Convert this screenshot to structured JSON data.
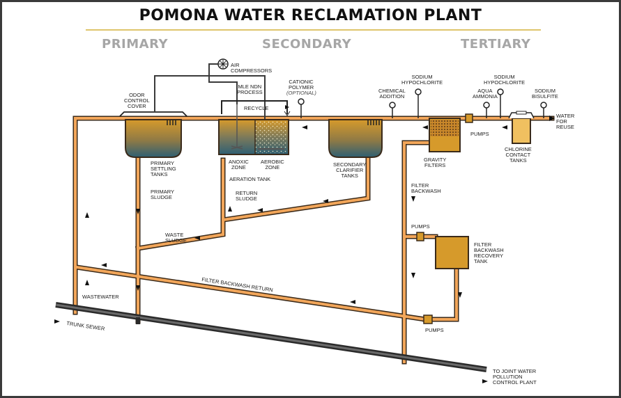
{
  "title": "POMONA WATER RECLAMATION PLANT",
  "stages": {
    "primary": "PRIMARY",
    "secondary": "SECONDARY",
    "tertiary": "TERTIARY"
  },
  "labels": {
    "air_compressors": "AIR\nCOMPRESSORS",
    "odor_control_cover": "ODOR\nCONTROL\nCOVER",
    "mle_ndn_process": "MLE NDN\nPROCESS",
    "recycle": "RECYCLE",
    "cationic_polymer": "CATIONIC\nPOLYMER",
    "optional": "(OPTIONAL)",
    "chemical_addition": "CHEMICAL\nADDITION",
    "sodium_hypochlorite_1": "SODIUM\nHYPOCHLORITE",
    "aqua_ammonia": "AQUA\nAMMONIA",
    "sodium_hypochlorite_2": "SODIUM\nHYPOCHLORITE",
    "sodium_bisulfite": "SODIUM\nBISULFITE",
    "water_for_reuse": "WATER\nFOR\nREUSE",
    "primary_settling_tanks": "PRIMARY\nSETTLING\nTANKS",
    "anoxic_zone": "ANOXIC\nZONE",
    "aerobic_zone": "AEROBIC\nZONE",
    "aeration_tank": "AERATION TANK",
    "secondary_clarifier_tanks": "SECONDARY\nCLARIFIER\nTANKS",
    "gravity_filters": "GRAVITY\nFILTERS",
    "pumps_top": "PUMPS",
    "chlorine_contact_tanks": "CHLORINE\nCONTACT\nTANKS",
    "primary_sludge": "PRIMARY\nSLUDGE",
    "return_sludge": "RETURN\nSLUDGE",
    "filter_backwash": "FILTER\nBACKWASH",
    "pumps_mid": "PUMPS",
    "filter_backwash_recovery_tank": "FILTER\nBACKWASH\nRECOVERY\nTANK",
    "waste_sludge": "WASTE\nSLUDGE",
    "filter_backwash_return": "FILTER BACKWASH RETURN",
    "wastewater": "WASTEWATER",
    "pumps_bottom": "PUMPS",
    "trunk_sewer": "TRUNK SEWER",
    "to_joint_water": "TO JOINT WATER\nPOLLUTION\nCONTROL PLANT"
  },
  "colors": {
    "pipe_fill": "#f2a65a",
    "pipe_outline": "#3a2a1a",
    "tank_water": "#2e5f73",
    "tank_gold": "#d69a2b",
    "accent_line": "#d4b23a",
    "stage_label": "#a6a6a6"
  }
}
